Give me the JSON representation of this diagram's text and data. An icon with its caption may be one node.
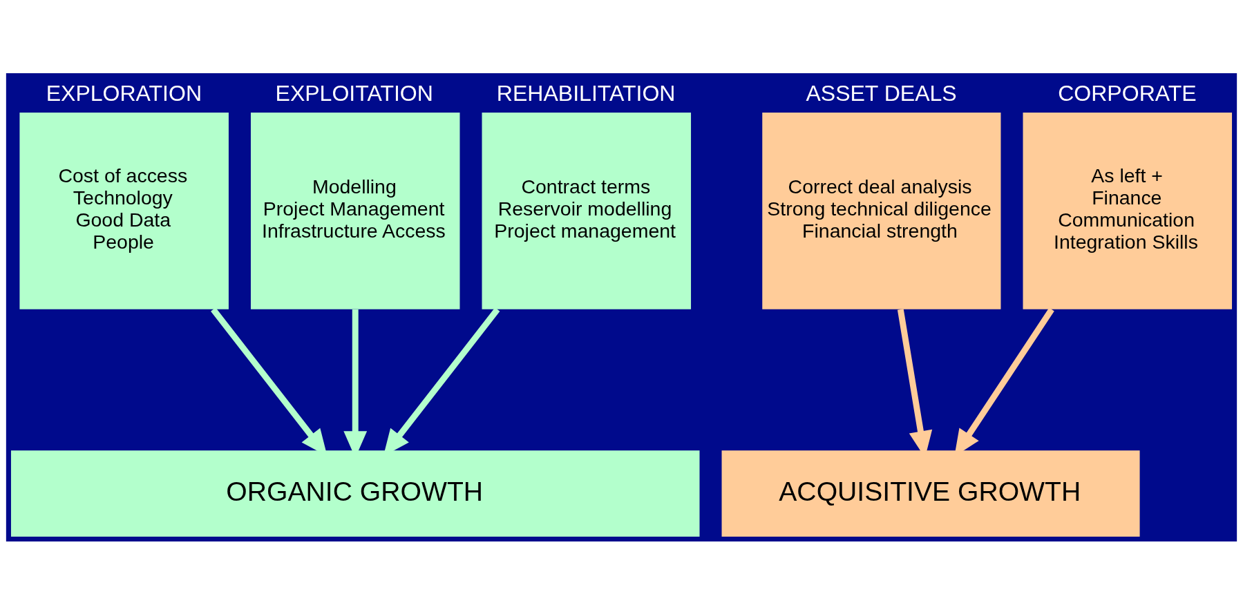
{
  "diagram": {
    "nodes": [
      {
        "text": [
          "EXPLORATION",
          "Cost of access",
          "Technology",
          "Good Data",
          "People"
        ]
      },
      {
        "text": [
          "EXPLOITATION",
          "Modelling",
          "Project Management",
          "Infrastructure Access"
        ]
      },
      {
        "text": [
          "REHABILITATION",
          "Contract terms",
          "Reservoir modelling",
          "Project management"
        ]
      },
      {
        "text": [
          "ASSET DEALS",
          "Correct deal analysis",
          "Strong technical diligence",
          "Financial strength"
        ]
      },
      {
        "text": [
          "CORPORATE",
          "As left +",
          "Finance",
          "Communication",
          "Integration Skills"
        ]
      },
      {
        "text": [
          "ORGANIC GROWTH"
        ]
      },
      {
        "text": [
          "ACQUISITIVE GROWTH"
        ]
      }
    ],
    "edges": [
      {
        "from": 0,
        "to": 5,
        "arrow": "to"
      },
      {
        "from": 1,
        "to": 5,
        "arrow": "to"
      },
      {
        "from": 2,
        "to": 5,
        "arrow": "to"
      },
      {
        "from": 3,
        "to": 6,
        "arrow": "to",
        "color": "#ffcc99"
      },
      {
        "from": 4,
        "to": 6,
        "arrow": "to",
        "color": "#ffcc99"
      }
    ]
  }
}
